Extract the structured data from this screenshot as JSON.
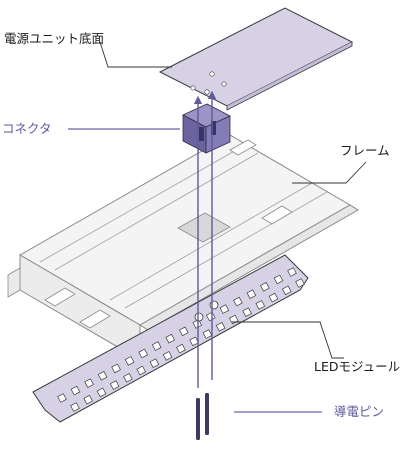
{
  "labels": {
    "power_unit_bottom": "電源ユニット底面",
    "connector": "コネクタ",
    "frame": "フレーム",
    "led_module": "LEDモジュール",
    "conductive_pin": "導電ピン"
  },
  "colors": {
    "module_fill": "#d7d1e6",
    "module_stroke": "#3a3a3a",
    "connector_fill": "#7a73ab",
    "frame_fill": "#f2f2f2",
    "pin_color": "#3f3a63",
    "arrow_color": "#5f5a9c",
    "leader_purple": "#6a64a6",
    "leader_black": "#333333"
  }
}
